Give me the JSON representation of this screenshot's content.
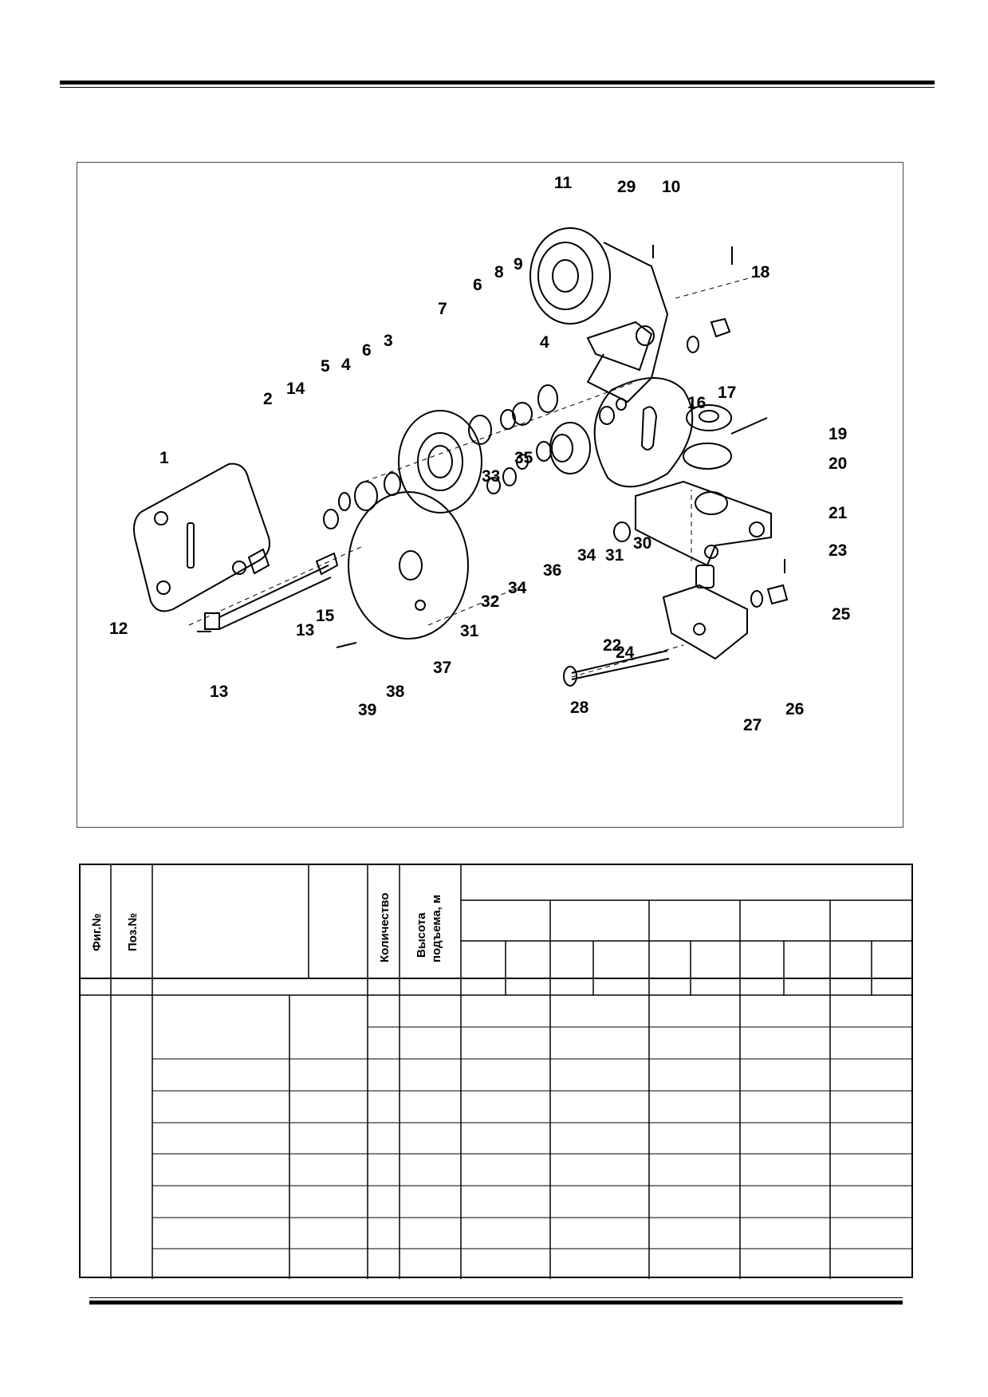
{
  "header": {
    "rule": ""
  },
  "figure": {
    "callouts": [
      "11",
      "29",
      "10",
      "18",
      "8",
      "9",
      "6",
      "7",
      "3",
      "4",
      "4",
      "5",
      "6",
      "14",
      "2",
      "16",
      "17",
      "19",
      "1",
      "20",
      "33",
      "35",
      "21",
      "23",
      "34",
      "31",
      "30",
      "36",
      "32",
      "34",
      "25",
      "15",
      "22",
      "12",
      "13",
      "31",
      "24",
      "37",
      "13",
      "38",
      "39",
      "27",
      "26",
      "28"
    ]
  },
  "table": {
    "headers": {
      "fig_no": "Фиг.№",
      "pos_no": "Поз.№",
      "quantity": "Количество",
      "lift_height": [
        "Высота",
        "подъема, м"
      ]
    },
    "rows": 9
  }
}
